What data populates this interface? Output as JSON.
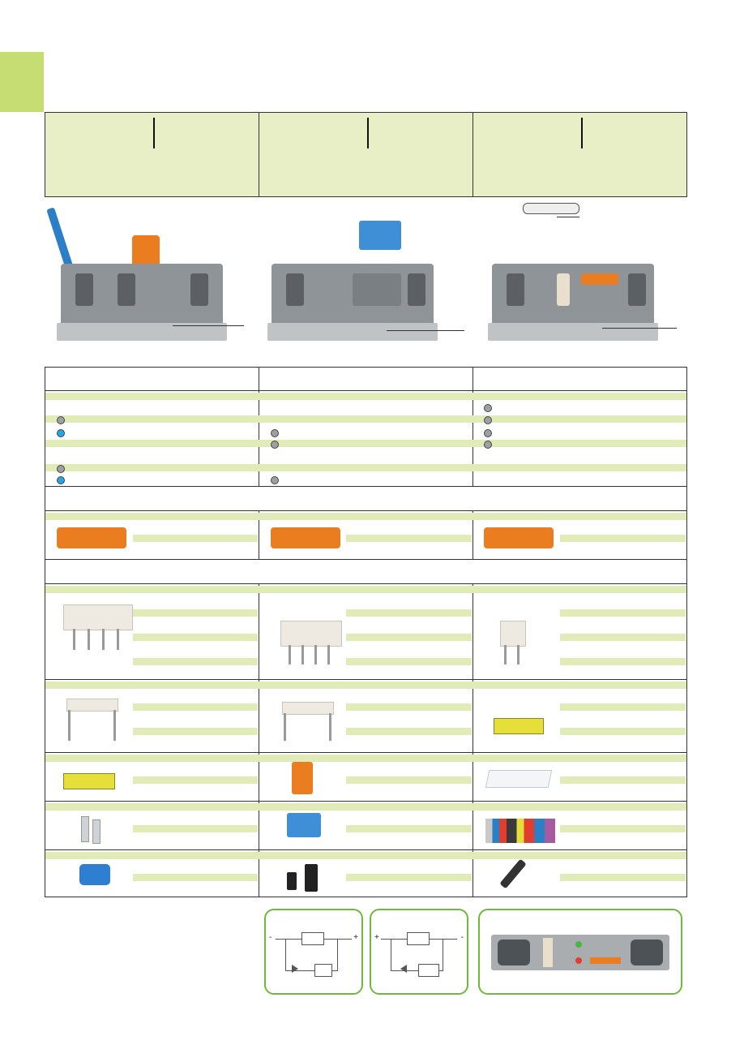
{
  "colors": {
    "tab_green": "#c5dd72",
    "header_fill": "#e8efc6",
    "band_green": "#e1ebb7",
    "accent_orange": "#ea7d20",
    "dot_gray": "#9da1a4",
    "dot_blue": "#1ea8e6",
    "box_green": "#6cb93b"
  },
  "header_columns": [
    {
      "name": "column-1"
    },
    {
      "name": "column-2"
    },
    {
      "name": "column-3"
    }
  ],
  "icons": [
    "wire-icon",
    "lever-icon",
    "fuse-icon",
    "ferrule-icon",
    "terminal-block-icon",
    "jumper-icon",
    "marker-icon",
    "test-plug-icon",
    "screwdriver-icon",
    "circuit-diagram-icon",
    "led-icon"
  ],
  "diagram_polarity": {
    "left": {
      "in": "-",
      "out": "+"
    },
    "middle": {
      "in": "+",
      "out": "-"
    }
  }
}
